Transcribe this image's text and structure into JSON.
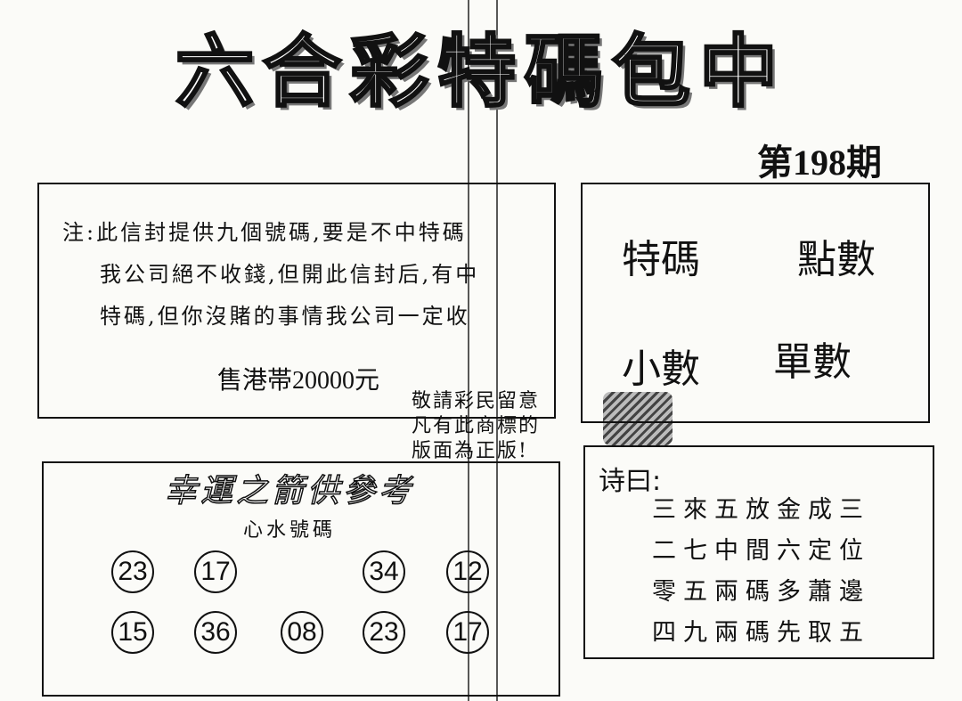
{
  "header": {
    "title": "六合彩特碼包中",
    "issue": "第198期"
  },
  "notice": {
    "lines": [
      "注:此信封提供九個號碼,要是不中特碼",
      "我公司絕不收錢,但開此信封后,有中",
      "特碼,但你沒賭的事情我公司一定收"
    ],
    "price": "售港帯20000元"
  },
  "authenticity": {
    "lines": [
      "敬請彩民留意",
      "凡有此商標的",
      "版面為正版!"
    ]
  },
  "features": {
    "items": [
      "特碼",
      "點數",
      "小數",
      "單數"
    ]
  },
  "lucky": {
    "title": "幸運之箭供參考",
    "subtitle": "心水號碼",
    "row1": [
      "23",
      "17",
      "34",
      "12"
    ],
    "row2": [
      "15",
      "36",
      "08",
      "23",
      "17"
    ]
  },
  "poem": {
    "heading": "诗曰:",
    "lines": [
      "三來五放金成三",
      "二七中間六定位",
      "零五兩碼多蕭邊",
      "四九兩碼先取五"
    ]
  }
}
